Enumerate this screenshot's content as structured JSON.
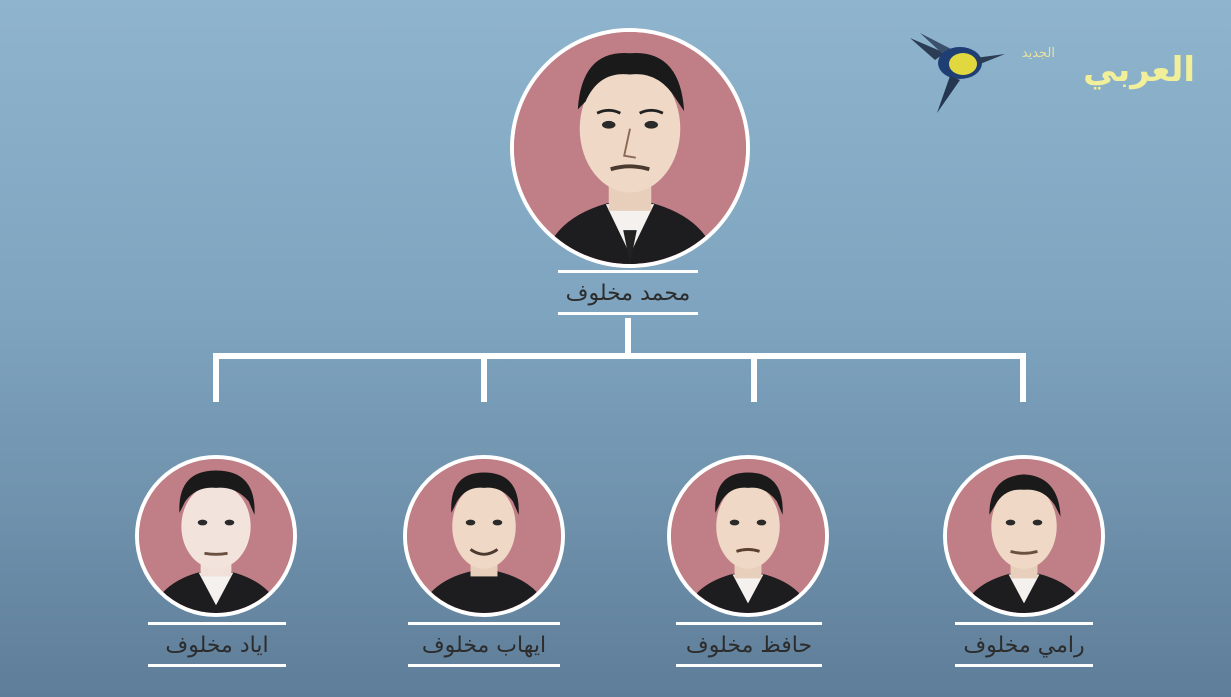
{
  "logo": {
    "name": "العربي",
    "tag": "الجديد"
  },
  "root": {
    "name": "محمد مخلوف"
  },
  "children": [
    {
      "name": "رامي مخلوف"
    },
    {
      "name": "حافظ مخلوف"
    },
    {
      "name": "ايهاب مخلوف"
    },
    {
      "name": "اياد مخلوف"
    }
  ],
  "colors": {
    "background_top": "#8fb4cd",
    "background_bottom": "#5e7d98",
    "portrait_bg": "#c07f86",
    "lines": "#ffffff"
  }
}
